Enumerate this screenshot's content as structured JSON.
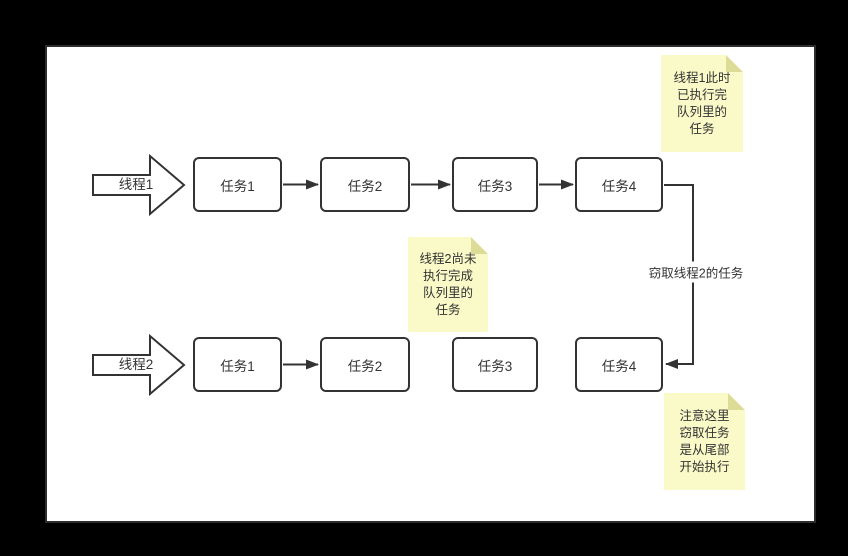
{
  "diagram": {
    "type": "work-stealing-flow",
    "rows": [
      {
        "thread_label": "线程1",
        "tasks": [
          "任务1",
          "任务2",
          "任务3",
          "任务4"
        ]
      },
      {
        "thread_label": "线程2",
        "tasks": [
          "任务1",
          "任务2",
          "任务3",
          "任务4"
        ]
      }
    ],
    "connections": {
      "row1": [
        "任务1→任务2",
        "任务2→任务3",
        "任务3→任务4"
      ],
      "row2": [
        "任务1→任务2"
      ],
      "steal": "row1.任务4 → row2.任务4 (from tail)"
    },
    "steal_label": "窃取线程2的任务",
    "notes": [
      {
        "id": "thread1-done",
        "text": "线程1此时\n已执行完\n队列里的\n任务"
      },
      {
        "id": "thread2-pending",
        "text": "线程2尚未\n执行完成\n队列里的\n任务"
      },
      {
        "id": "steal-from-tail",
        "text": "注意这里\n窃取任务\n是从尾部\n开始执行"
      }
    ],
    "colors": {
      "background": "#000000",
      "canvas": "#ffffff",
      "stroke": "#333333",
      "note_fill": "#fafac8",
      "note_fold": "#dcdc96"
    }
  }
}
